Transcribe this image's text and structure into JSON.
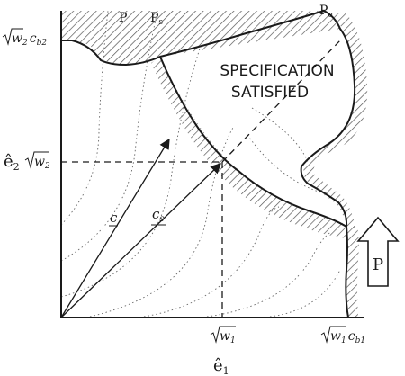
{
  "labels": {
    "region_text_line1": "SPECIFICATION",
    "region_text_line2": "SATISFIED",
    "contour_p": "P",
    "contour_ps": "P",
    "contour_ps_sub": "s",
    "contour_pe": "P",
    "contour_pe_sub": "e",
    "y_axis_label": "ê",
    "y_axis_sub": "2",
    "x_axis_label": "ê",
    "x_axis_sub": "1",
    "vector_c": "c",
    "vector_cs": "c",
    "vector_cs_sub": "s",
    "arrow_label": "P",
    "y_tick_top_coef": "w",
    "y_tick_top_coef_sub": "2",
    "y_tick_top_c": "c",
    "y_tick_top_c_sub": "b2",
    "y_tick_mid": "w",
    "y_tick_mid_sub": "2",
    "x_tick_mid": "w",
    "x_tick_mid_sub": "1",
    "x_tick_right_coef": "w",
    "x_tick_right_coef_sub": "1",
    "x_tick_right_c": "c",
    "x_tick_right_c_sub": "b1"
  },
  "colors": {
    "ink": "#1a1a1a",
    "hatch": "#444444",
    "background": "#ffffff"
  }
}
